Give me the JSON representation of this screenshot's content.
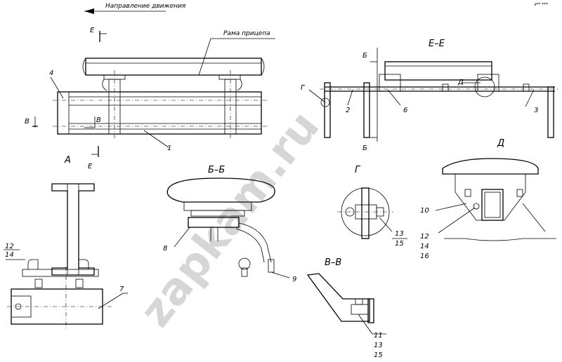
{
  "notes": {
    "direction": "Направление движения",
    "frame": "Рама прицепа",
    "corner_mark": "з** ***"
  },
  "section_labels": {
    "A": "A",
    "E_E": "Е–Е",
    "B_B": "Б–Б",
    "G": "Г",
    "D": "Д",
    "V_V": "В–В",
    "E1": "Е",
    "E2": "Е",
    "B1": "Б",
    "B2": "Б",
    "V1": "В",
    "V2": "В",
    "G_ref": "Г",
    "D_ref": "Д"
  },
  "positions": {
    "p1": "1",
    "p2": "2",
    "p3": "3",
    "p4": "4",
    "p6": "6",
    "p7": "7",
    "p8": "8",
    "p9": "9",
    "p10": "10",
    "a12": "12",
    "a14": "14",
    "g13": "13",
    "g15": "15",
    "d12": "12",
    "d14": "14",
    "d16": "16",
    "v11": "11",
    "v13": "13",
    "v15": "15"
  },
  "watermark": "zapkam.ru"
}
